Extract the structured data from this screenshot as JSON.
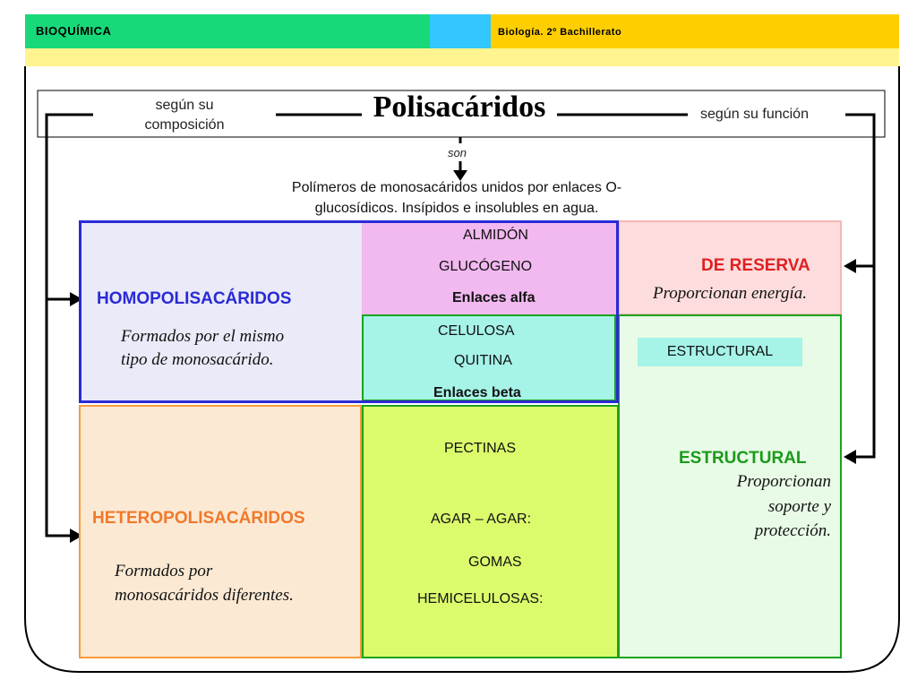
{
  "header": {
    "left_title": "BIOQUÍMICA",
    "right_title": "Biología. 2º Bachillerato",
    "colors": {
      "green": "#18d97a",
      "blue": "#32c8ff",
      "yellow": "#ffce00",
      "pale_yellow": "#fff48f"
    }
  },
  "diagram": {
    "title": "Polisacáridos",
    "by_composition": "según su composición",
    "by_function": "según su función",
    "son_label": "son",
    "definition_line1": "Polímeros de monosacáridos unidos por enlaces O-",
    "definition_line2": "glucosídicos. Insípidos e insolubles en agua.",
    "homo": {
      "title": "HOMOPOLISACÁRIDOS",
      "desc_line1": "Formados por el mismo",
      "desc_line2": "tipo de monosacárido."
    },
    "hetero": {
      "title": "HETEROPOLISACÁRIDOS",
      "desc_line1": "Formados por",
      "desc_line2": "monosacáridos diferentes."
    },
    "alpha_box": {
      "item1": "ALMIDÓN",
      "item2": "GLUCÓGENO",
      "bond": "Enlaces alfa"
    },
    "beta_box": {
      "item1": "CELULOSA",
      "item2": "QUITINA",
      "bond": "Enlaces beta"
    },
    "hetero_items": {
      "item1": "PECTINAS",
      "item2": "AGAR – AGAR:",
      "item3": "GOMAS",
      "item4": "HEMICELULOSAS:"
    },
    "reserve": {
      "title": "DE RESERVA",
      "desc": "Proporcionan energía."
    },
    "structural_badge": "ESTRUCTURAL",
    "structural": {
      "title": "ESTRUCTURAL",
      "desc_line1": "Proporcionan",
      "desc_line2": "soporte y",
      "desc_line3": "protección."
    }
  },
  "icons": [
    "arrow-right-icon",
    "arrow-left-icon",
    "arrow-down-icon"
  ]
}
